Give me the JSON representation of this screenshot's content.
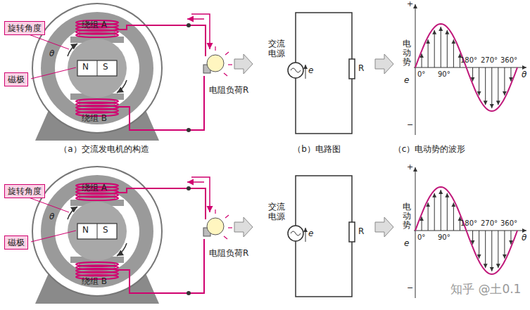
{
  "diagram": {
    "nodes": [
      {
        "text": [
          "旋转角度"
        ]
      },
      {
        "text": [
          "磁极"
        ]
      },
      {
        "text": [
          "旋转角度"
        ]
      },
      {
        "text": [
          "磁极"
        ]
      }
    ],
    "labels": [
      "绕组 A",
      "绕组 B",
      "θ",
      "N",
      "S",
      "电阻负荷R",
      "交流电源",
      "e",
      "R",
      "电动势",
      "e",
      "+",
      "−",
      "0°",
      "90°",
      "180°",
      "270°",
      "360°",
      "θ",
      "（a）交流发电机的构造",
      "（b）电路图",
      "（c）电动势的波形",
      "绕组 A",
      "绕组 B",
      "θ",
      "N",
      "S",
      "电阻负荷R",
      "交流电源",
      "e",
      "R",
      "电动势",
      "e",
      "+",
      "−",
      "0°",
      "90°",
      "180°",
      "270°",
      "360°",
      "θ",
      "知乎 @土0.1"
    ]
  }
}
